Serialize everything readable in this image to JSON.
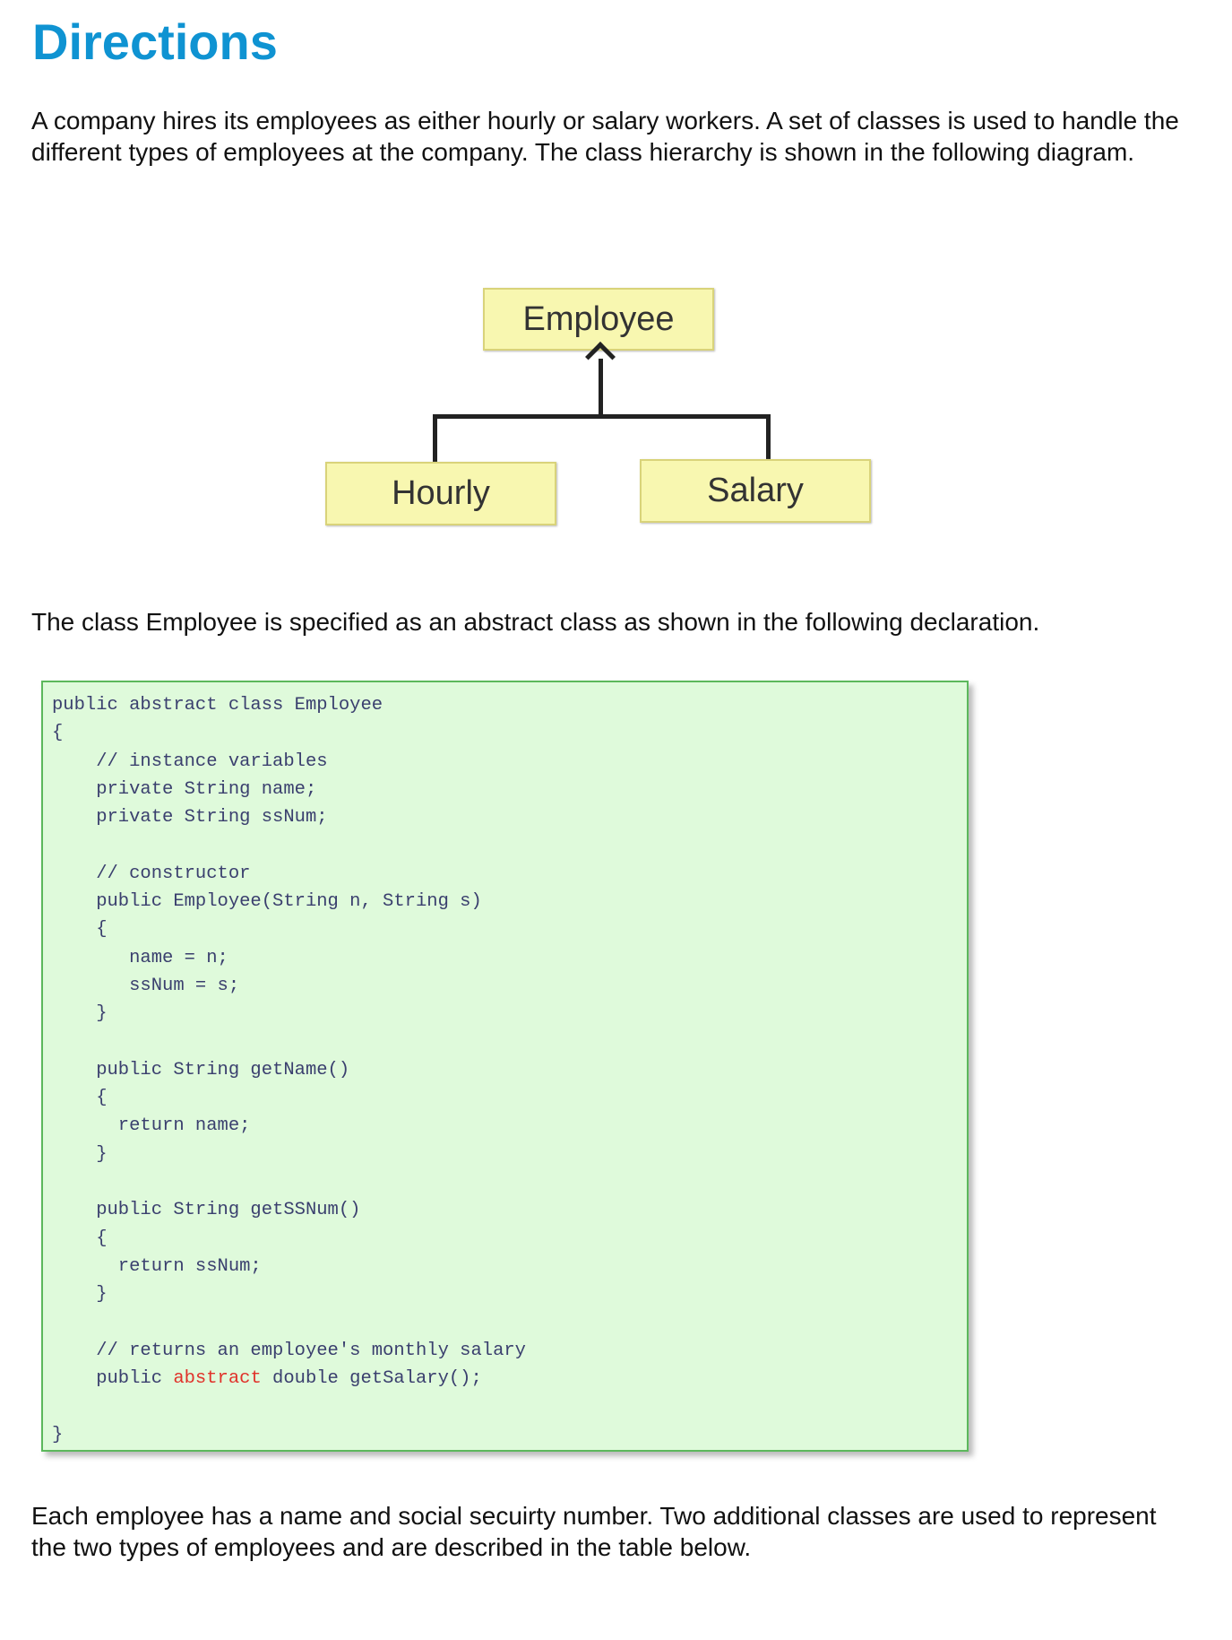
{
  "heading": "Directions",
  "intro": "A company hires its employees as either hourly or salary workers. A set of classes is used to handle the different types of employees at the company. The class hierarchy is shown in the following diagram.",
  "diagram": {
    "parent": "Employee",
    "children": [
      "Hourly",
      "Salary"
    ]
  },
  "declaration_intro": "The class Employee is specified as an abstract class as shown in the following declaration.",
  "code": {
    "lines": [
      "public abstract class Employee",
      "{",
      "    // instance variables",
      "    private String name;",
      "    private String ssNum;",
      "",
      "    // constructor",
      "    public Employee(String n, String s)",
      "    {",
      "       name = n;",
      "       ssNum = s;",
      "    }",
      "",
      "    public String getName()",
      "    {",
      "      return name;",
      "    }",
      "",
      "    public String getSSNum()",
      "    {",
      "      return ssNum;",
      "    }",
      "",
      "    // returns an employee's monthly salary"
    ],
    "abstract_line": {
      "prefix": "    public ",
      "highlight": "abstract",
      "suffix": " double getSalary();"
    },
    "closing": "}",
    "highlight_color": "#e0322a"
  },
  "outro": "Each employee has a name and social secuirty number. Two additional classes are used to represent the two types of employees and are described in the table below."
}
